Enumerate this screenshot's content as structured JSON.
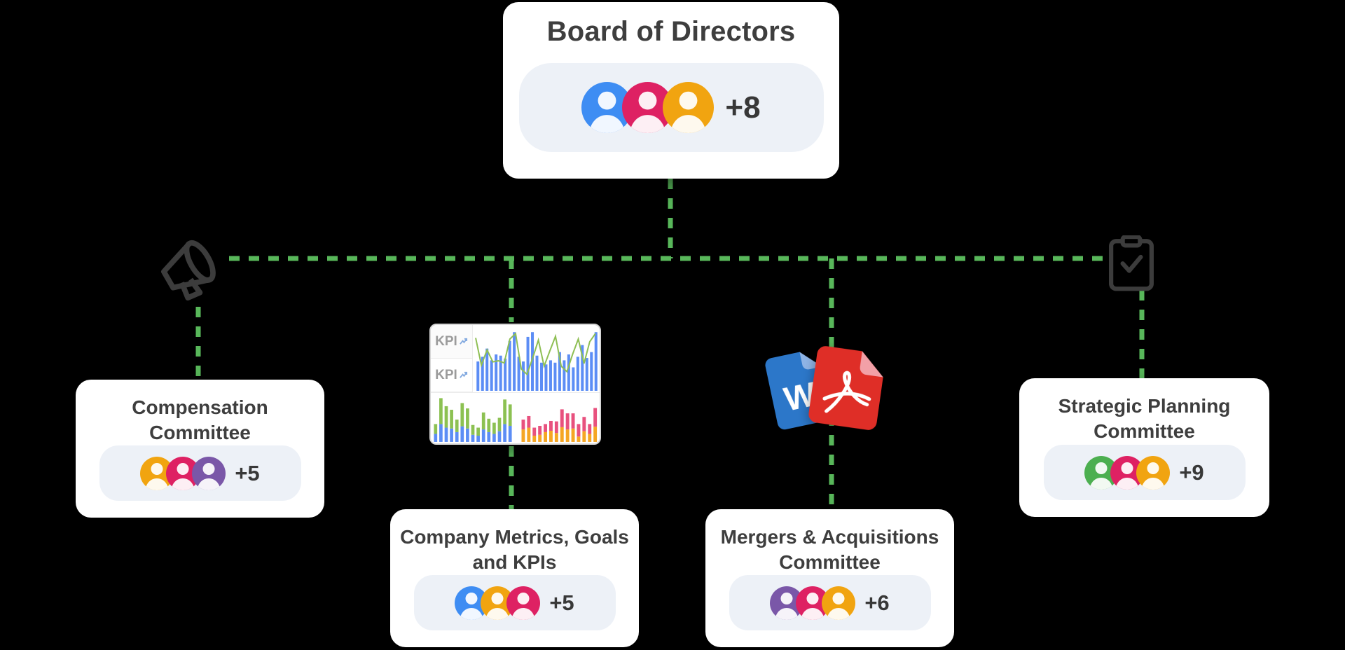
{
  "colors": {
    "page_bg": "#000000",
    "accent_green": "#58b75a",
    "card_bg": "#ffffff",
    "title_color": "#3e3e3e",
    "count_color": "#383838",
    "pill_bg": "#edf1f7",
    "icon_gray": "#3c3c3c",
    "avatar_blue": "#3e8df3",
    "avatar_pink": "#de2163",
    "avatar_amber": "#f1a410",
    "avatar_purple": "#7a57a8",
    "avatar_green": "#4caf50",
    "word_blue": "#2c77c9",
    "word_fold": "#8fb4e6",
    "pdf_red": "#df2e27",
    "pdf_fold": "#f2a0a7"
  },
  "board": {
    "title": "Board of Directors",
    "extra_count": "+8",
    "avatar_colors": [
      "#3e8df3",
      "#de2163",
      "#f1a410"
    ]
  },
  "committees": [
    {
      "id": "compensation",
      "title": "Compensation\nCommittee",
      "extra_count": "+5",
      "avatar_colors": [
        "#f1a410",
        "#de2163",
        "#7a57a8"
      ]
    },
    {
      "id": "metrics",
      "title": "Company Metrics, Goals\nand KPIs",
      "extra_count": "+5",
      "avatar_colors": [
        "#3e8df3",
        "#f1a410",
        "#de2163"
      ]
    },
    {
      "id": "ma",
      "title": "Mergers & Acquisitions\nCommittee",
      "extra_count": "+6",
      "avatar_colors": [
        "#7a57a8",
        "#de2163",
        "#f1a410"
      ]
    },
    {
      "id": "strategic",
      "title": "Strategic Planning\nCommittee",
      "extra_count": "+9",
      "avatar_colors": [
        "#4caf50",
        "#de2163",
        "#f1a410"
      ]
    }
  ],
  "decorations": {
    "megaphone_icon": "megaphone",
    "clipboard_icon": "clipboard-check",
    "word_doc": {
      "label": "W"
    },
    "pdf_doc": {
      "label": "acrobat-swirl"
    },
    "kpi_thumbnail": {
      "labels": [
        "KPI",
        "KPI"
      ],
      "bar_blue": "#5c8df5",
      "line_green": "#8fbf55",
      "stack_green": "#8cc152",
      "stack_blue": "#5c8df5",
      "stack_pink": "#e8517e",
      "stack_orange": "#f5a623",
      "top_bars": [
        0.5,
        0.58,
        0.72,
        0.52,
        0.62,
        0.6,
        0.55,
        0.85,
        1.0,
        0.58,
        0.5,
        0.92,
        1.0,
        0.6,
        0.48,
        0.45,
        0.52,
        0.48,
        0.66,
        0.52,
        0.62,
        0.4,
        0.58,
        0.78,
        0.56,
        0.66,
        1.0
      ],
      "top_line": [
        0.92,
        0.42,
        0.7,
        0.48,
        0.5,
        0.46,
        0.9,
        1.0,
        0.35,
        0.25,
        0.55,
        0.88,
        0.4,
        0.68,
        0.95,
        0.4,
        0.3,
        0.62,
        0.9,
        0.45,
        0.85,
        1.0
      ],
      "bottom_left_stacks": [
        [
          0.18,
          0.22
        ],
        [
          0.4,
          0.58
        ],
        [
          0.32,
          0.48
        ],
        [
          0.3,
          0.42
        ],
        [
          0.22,
          0.28
        ],
        [
          0.35,
          0.52
        ],
        [
          0.3,
          0.45
        ],
        [
          0.16,
          0.22
        ],
        [
          0.14,
          0.18
        ],
        [
          0.28,
          0.38
        ],
        [
          0.22,
          0.3
        ],
        [
          0.18,
          0.25
        ],
        [
          0.24,
          0.3
        ],
        [
          0.4,
          0.55
        ],
        [
          0.36,
          0.48
        ]
      ],
      "bottom_right_stacks": [
        [
          0.28,
          0.22
        ],
        [
          0.32,
          0.26
        ],
        [
          0.14,
          0.18
        ],
        [
          0.16,
          0.2
        ],
        [
          0.22,
          0.18
        ],
        [
          0.25,
          0.22
        ],
        [
          0.2,
          0.26
        ],
        [
          0.33,
          0.4
        ],
        [
          0.28,
          0.36
        ],
        [
          0.3,
          0.34
        ],
        [
          0.12,
          0.28
        ],
        [
          0.24,
          0.32
        ],
        [
          0.18,
          0.22
        ],
        [
          0.34,
          0.42
        ]
      ]
    }
  }
}
